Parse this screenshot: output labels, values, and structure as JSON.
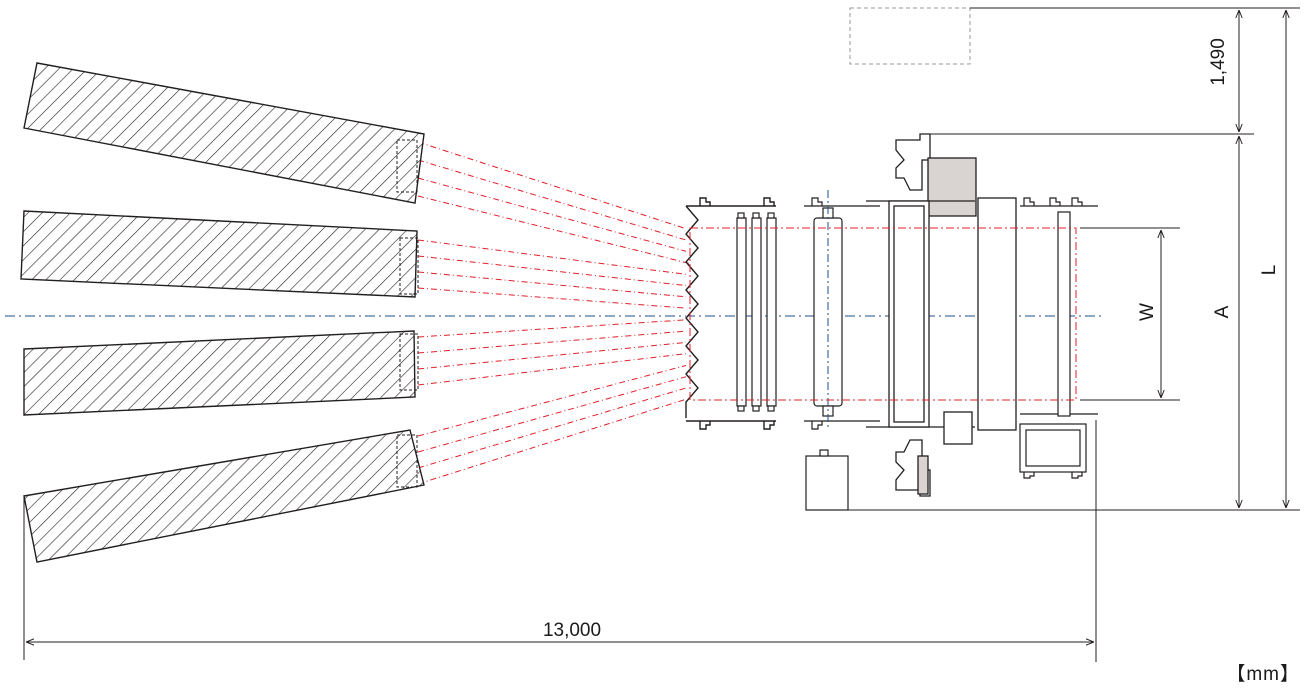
{
  "diagram": {
    "dimensions": {
      "total_length": "13,000",
      "top_clearance": "1,490",
      "L": "L",
      "A": "A",
      "W": "W"
    },
    "unit": "【mm】"
  },
  "colors": {
    "outline": "#231f20",
    "centerline_blue": "#1f4e8c",
    "beam_red": "#e0202a",
    "equipment_fill": "#d9d4d1",
    "dashed_box": "#9a9a9a"
  }
}
